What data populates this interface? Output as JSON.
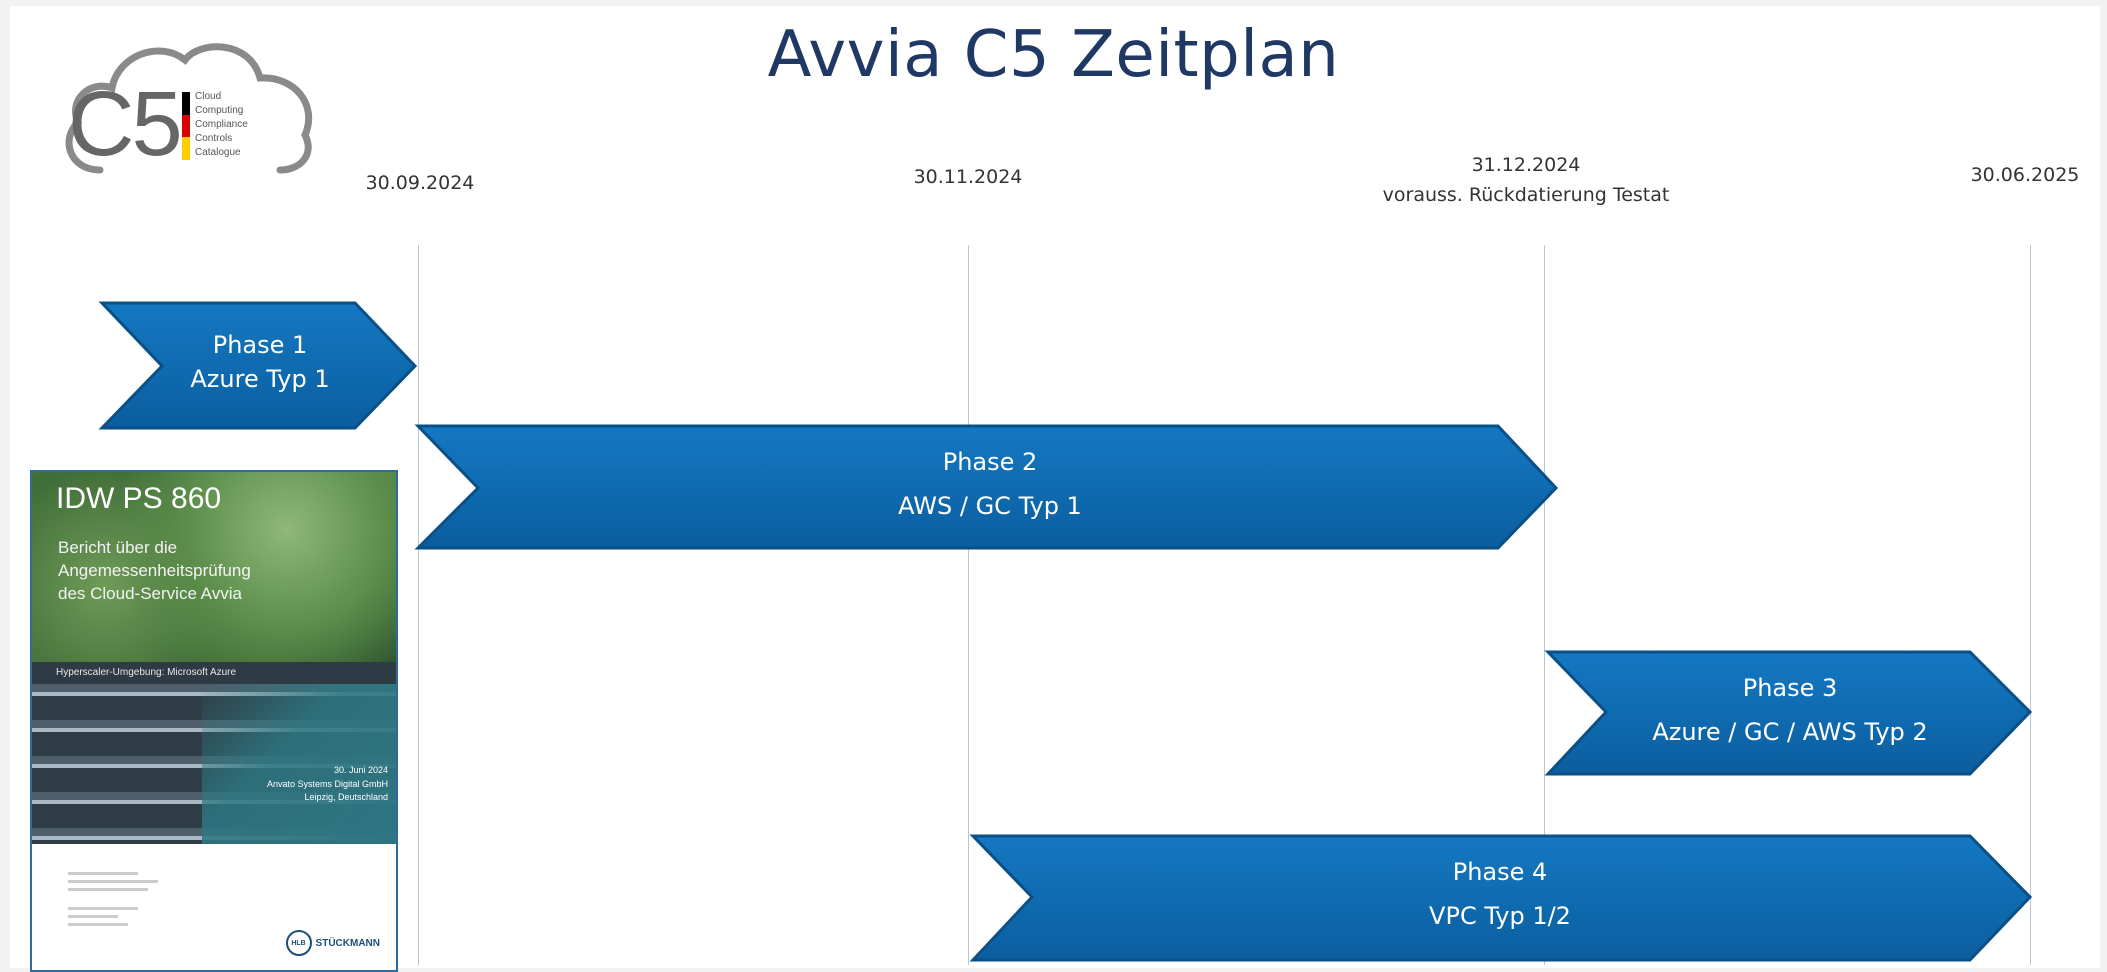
{
  "title": "Avvia C5 Zeitplan",
  "logo": {
    "letters": "C5",
    "words": [
      "Cloud",
      "Computing",
      "Compliance",
      "Controls",
      "Catalogue"
    ],
    "flag_colors": [
      "#000000",
      "#dd0000",
      "#ffce00"
    ]
  },
  "milestones": [
    {
      "date": "30.09.2024",
      "note": ""
    },
    {
      "date": "30.11.2024",
      "note": ""
    },
    {
      "date": "31.12.2024",
      "note": "vorauss. Rückdatierung Testat"
    },
    {
      "date": "30.06.2025",
      "note": ""
    }
  ],
  "phases": [
    {
      "name": "Phase 1",
      "label": "Azure Typ 1"
    },
    {
      "name": "Phase 2",
      "label": "AWS / GC Typ 1"
    },
    {
      "name": "Phase 3",
      "label": "Azure / GC / AWS Typ 2"
    },
    {
      "name": "Phase 4",
      "label": "VPC Typ 1/2"
    }
  ],
  "report": {
    "title": "IDW PS 860",
    "subtitle_lines": [
      "Bericht über die",
      "Angemessenheitsprüfung",
      "des Cloud-Service Avvia"
    ],
    "band": "Hyperscaler-Umgebung: Microsoft Azure",
    "date": "30. Juni 2024",
    "company": "Anvato Systems Digital GmbH",
    "location": "Leipzig, Deutschland",
    "brand": "STÜCKMANN"
  },
  "colors": {
    "arrow": "#0e6bb0",
    "arrow_edge": "#0a4f86",
    "title": "#1f3864"
  }
}
